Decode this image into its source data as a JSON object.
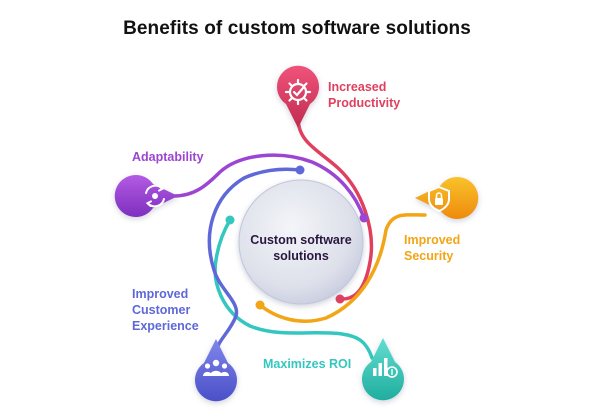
{
  "title": "Benefits of custom software solutions",
  "center": {
    "line1": "Custom software",
    "line2": "solutions"
  },
  "benefits": [
    {
      "line1": "Increased",
      "line2": "Productivity",
      "color": "#e0405e",
      "icon": "gear-check-icon"
    },
    {
      "line1": "Improved",
      "line2": "Security",
      "color": "#f2a516",
      "icon": "shield-lock-icon"
    },
    {
      "line1": "Maximizes ROI",
      "color": "#33c7bf",
      "icon": "growth-chart-icon"
    },
    {
      "line1": "Improved",
      "line2": "Customer",
      "line3": "Experience",
      "color": "#5f68d8",
      "icon": "people-group-icon"
    },
    {
      "line1": "Adaptability",
      "color": "#9b45d2",
      "icon": "cycle-arrows-icon"
    }
  ]
}
